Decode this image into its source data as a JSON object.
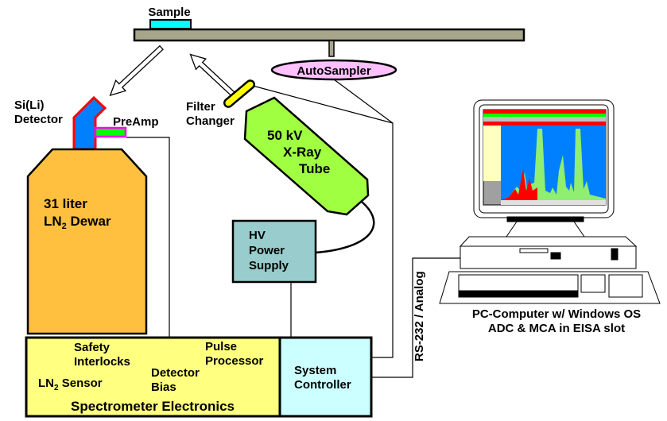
{
  "labels": {
    "sample": "Sample",
    "autosampler": "AutoSampler",
    "detector_line1": "Si(Li)",
    "detector_line2": "Detector",
    "preamp": "PreAmp",
    "filter_line1": "Filter",
    "filter_line2": "Changer",
    "tube_line1": "50 kV",
    "tube_line2": "X-Ray",
    "tube_line3": "Tube",
    "dewar_line1": "31 liter",
    "dewar_line2_main": "LN",
    "dewar_line2_sub": "2",
    "dewar_line2_rest": " Dewar",
    "hv_line1": "HV",
    "hv_line2": "Power",
    "hv_line3": "Supply",
    "safety_line1": "Safety",
    "safety_line2": "Interlocks",
    "pulse_line1": "Pulse",
    "pulse_line2": "Processor",
    "bias_line1": "Detector",
    "bias_line2": "Bias",
    "ln2_main": "LN",
    "ln2_sub": "2",
    "ln2_rest": " Sensor",
    "electronics": "Spectrometer Electronics",
    "controller_line1": "System",
    "controller_line2": "Controller",
    "rs232": "RS-232 / Analog",
    "pc_line1": "PC-Computer w/ Windows OS",
    "pc_line2": "ADC & MCA in EISA slot"
  },
  "colors": {
    "sample": "#00ffff",
    "stage": "#a8a68a",
    "autosampler": "#ffc0ff",
    "detector": "#0080ff",
    "detector_outline": "#ff0000",
    "preamp": "#00ff00",
    "preamp_outline": "#ff00ff",
    "dewar": "#ffc040",
    "filter": "#ffff00",
    "tube": "#a0ff40",
    "hv": "#99cccc",
    "electronics": "#ffff80",
    "controller": "#ccffff",
    "screen_bg": "#0080ff",
    "spectrum_fill": "#90ee70",
    "spectrum_peaks": "#ff0000"
  }
}
